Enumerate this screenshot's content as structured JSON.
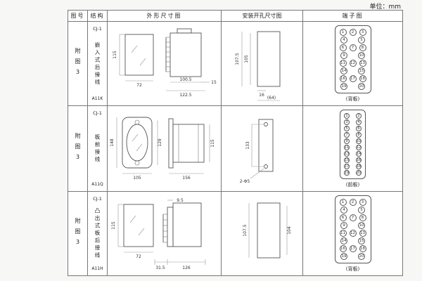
{
  "page": {
    "unit_label": "单位：mm"
  },
  "table": {
    "headers": {
      "fig_no": "图号",
      "structure": "结构",
      "outline": "外形尺寸图",
      "mounting": "安装开孔尺寸图",
      "terminal": "端子图"
    },
    "rows": [
      {
        "fig_no": "附图3",
        "structure": {
          "model": "CJ-1",
          "type": "嵌入式后接线",
          "code": "A11K"
        },
        "outline": {
          "front_h": "115",
          "front_w": "72",
          "side_d1": "100.5",
          "side_d2": "122.5",
          "side_d3": "15"
        },
        "mounting": {
          "v_outer": "107.5",
          "v_inner": "105",
          "h1": "16",
          "h2": "(64)"
        },
        "terminal": {
          "label": "(背板)",
          "rows": [
            [
              1,
              2,
              3
            ],
            [
              4,
              5
            ],
            [
              6,
              7,
              8
            ],
            [
              9,
              10
            ],
            [
              11,
              12,
              13
            ],
            [
              14,
              15
            ],
            [
              16,
              17,
              18
            ],
            [
              19,
              20
            ]
          ]
        }
      },
      {
        "fig_no": "附图3",
        "structure": {
          "model": "CJ-1",
          "type": "板前接线",
          "code": "A11Q"
        },
        "outline": {
          "front_h1": "148",
          "front_h2": "129",
          "front_w": "105",
          "side_w": "156",
          "side_h": "115"
        },
        "mounting": {
          "v1": "133",
          "holes": "2-Φ5"
        },
        "terminal": {
          "label": "(前板)",
          "rows": [
            [
              1,
              2
            ],
            [
              3,
              4
            ],
            [
              5,
              6
            ],
            [
              7,
              8
            ],
            [
              9,
              10
            ],
            [
              11,
              12
            ],
            [
              13,
              14
            ],
            [
              15,
              16
            ],
            [
              17,
              18
            ],
            [
              19,
              20
            ]
          ]
        }
      },
      {
        "fig_no": "附图3",
        "structure": {
          "model": "CJ-1",
          "type": "凸出式板后接线",
          "code": "A11H"
        },
        "outline": {
          "front_h": "115",
          "front_w": "72",
          "pin_d": "9.5",
          "side_d1": "31.5",
          "side_d2": "126"
        },
        "mounting": {
          "v_outer": "107.5",
          "v_inner": "104"
        },
        "terminal": {
          "label": "(背板)",
          "rows": [
            [
              1,
              2,
              3
            ],
            [
              4,
              5
            ],
            [
              6,
              7,
              8
            ],
            [
              9,
              10
            ],
            [
              11,
              12,
              13
            ],
            [
              14,
              15
            ],
            [
              16,
              17,
              18
            ],
            [
              19,
              20
            ]
          ]
        }
      }
    ]
  }
}
